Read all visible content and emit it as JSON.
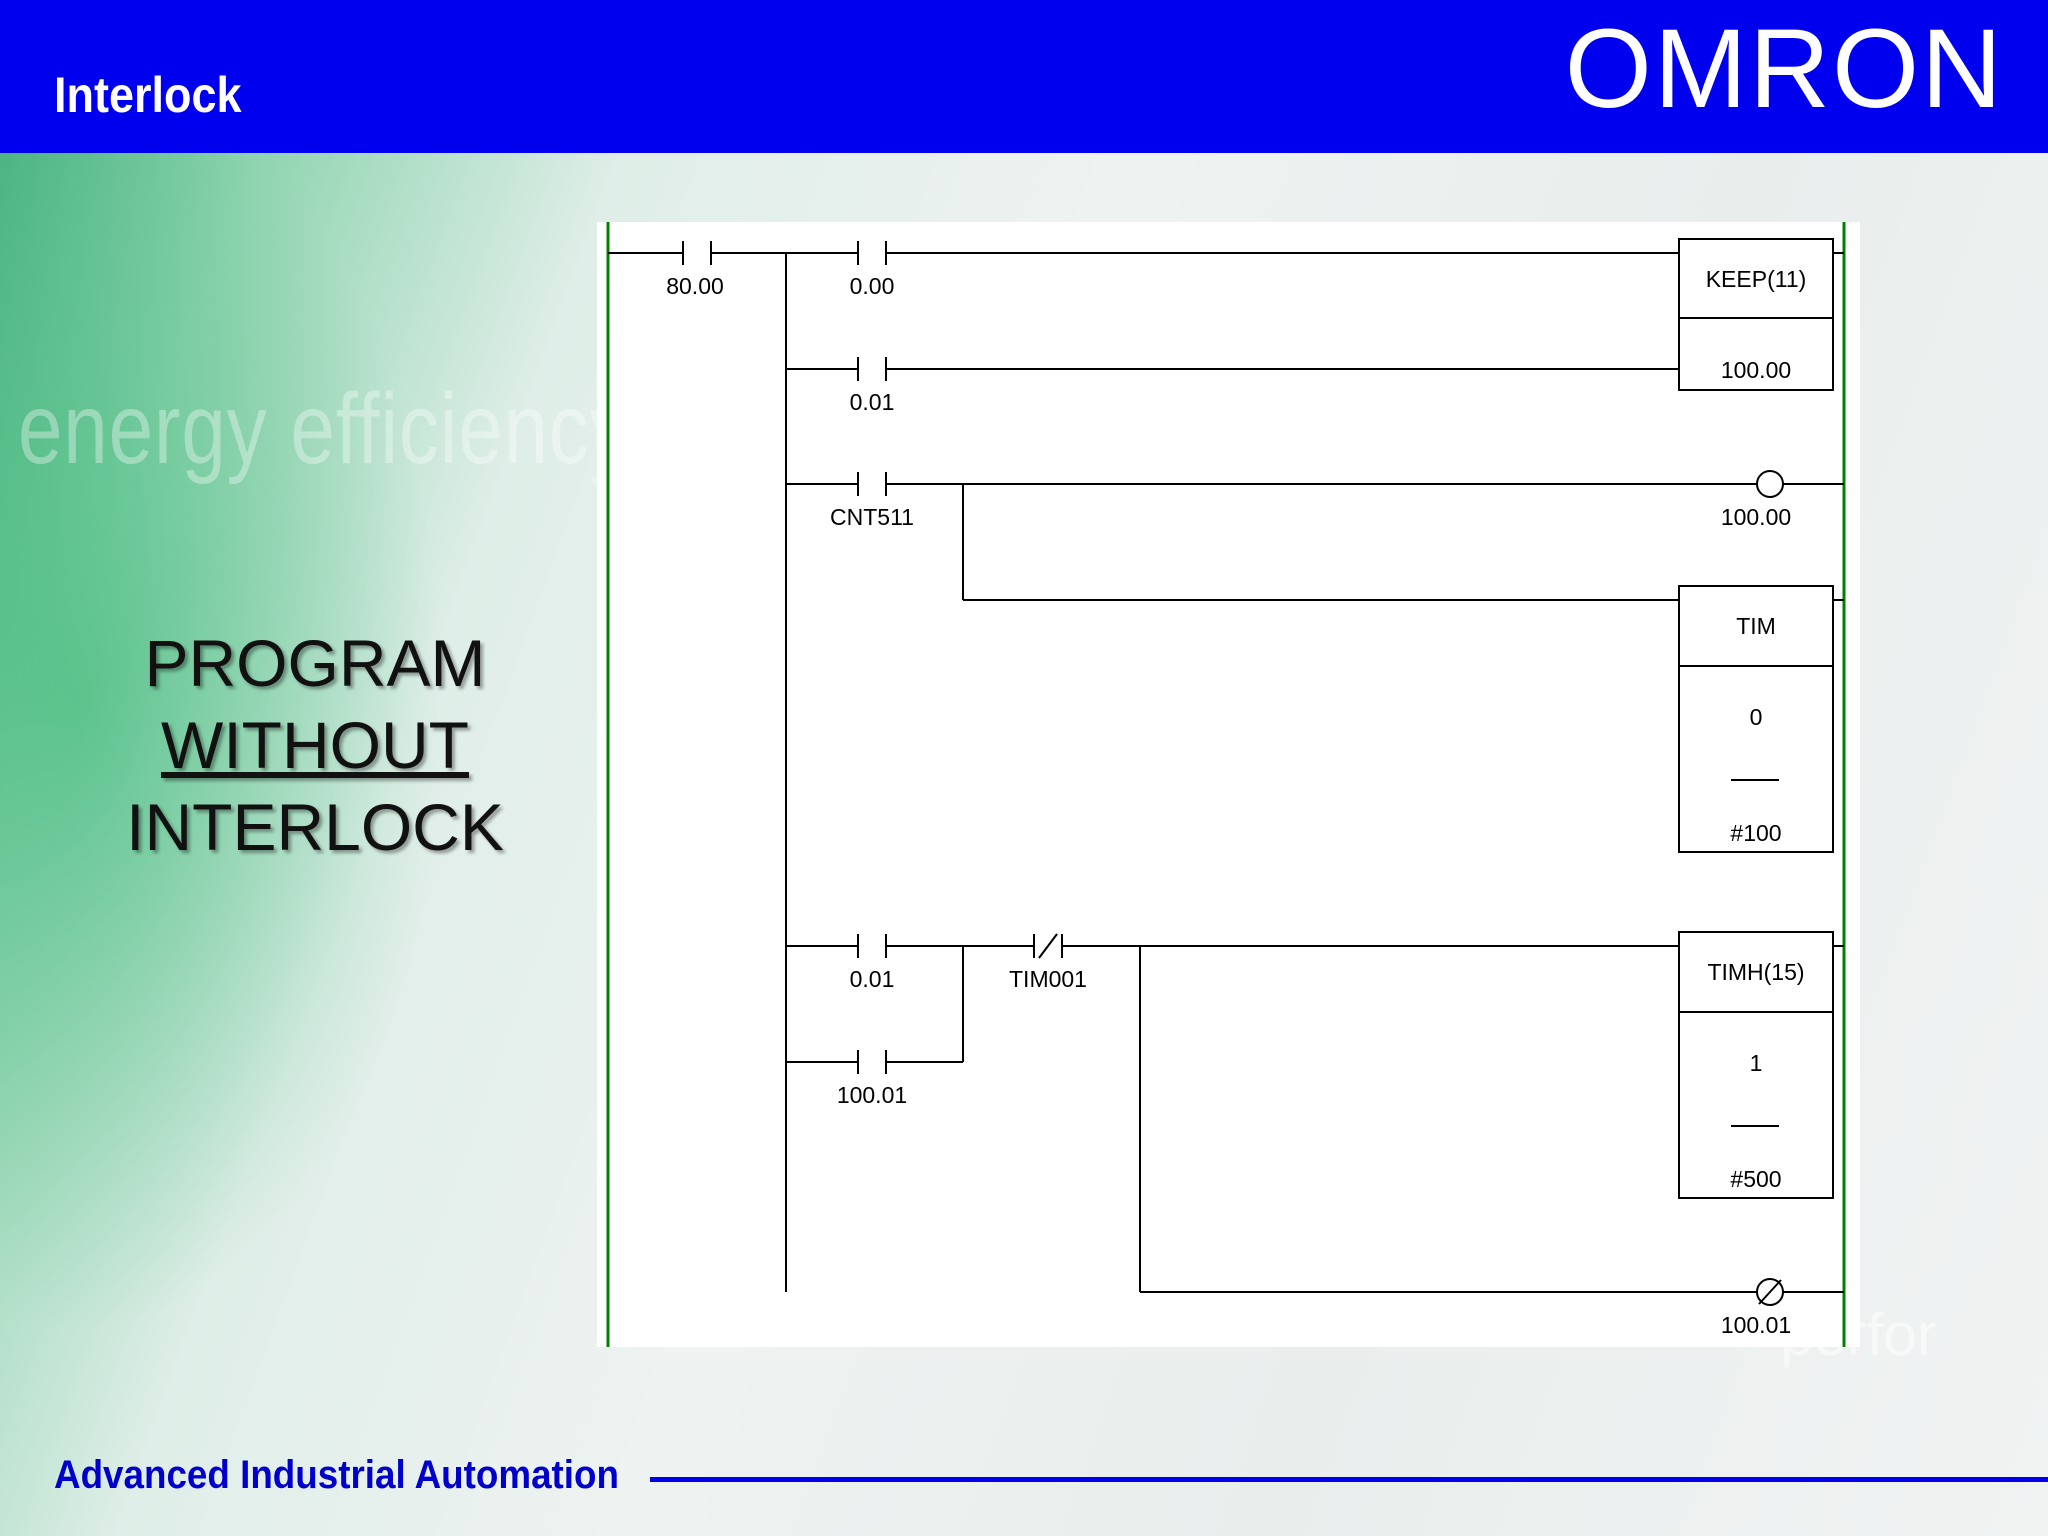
{
  "header": {
    "title": "Interlock",
    "logo": "OMRON"
  },
  "background": {
    "watermark": "energy efficiency",
    "watermark2": "perfor"
  },
  "side_label": {
    "line1": "PROGRAM",
    "line2": "WITHOUT",
    "line3": "INTERLOCK"
  },
  "diagram": {
    "contact_80_00": "80.00",
    "contact_0_00": "0.00",
    "contact_0_01_a": "0.01",
    "contact_cnt511": "CNT511",
    "contact_0_01_b": "0.01",
    "contact_100_01": "100.01",
    "contact_tim001": "TIM001",
    "keep_name": "KEEP(11)",
    "keep_addr": "100.00",
    "coil_100_00": "100.00",
    "tim_name": "TIM",
    "tim_num": "0",
    "tim_set": "#100",
    "timh_name": "TIMH(15)",
    "timh_num": "1",
    "timh_set": "#500",
    "coil_100_01": "100.01",
    "colors": {
      "rail": "#008000",
      "wire": "#000000"
    }
  },
  "footer": {
    "title": "Advanced Industrial Automation",
    "accent": "#0000ee"
  }
}
